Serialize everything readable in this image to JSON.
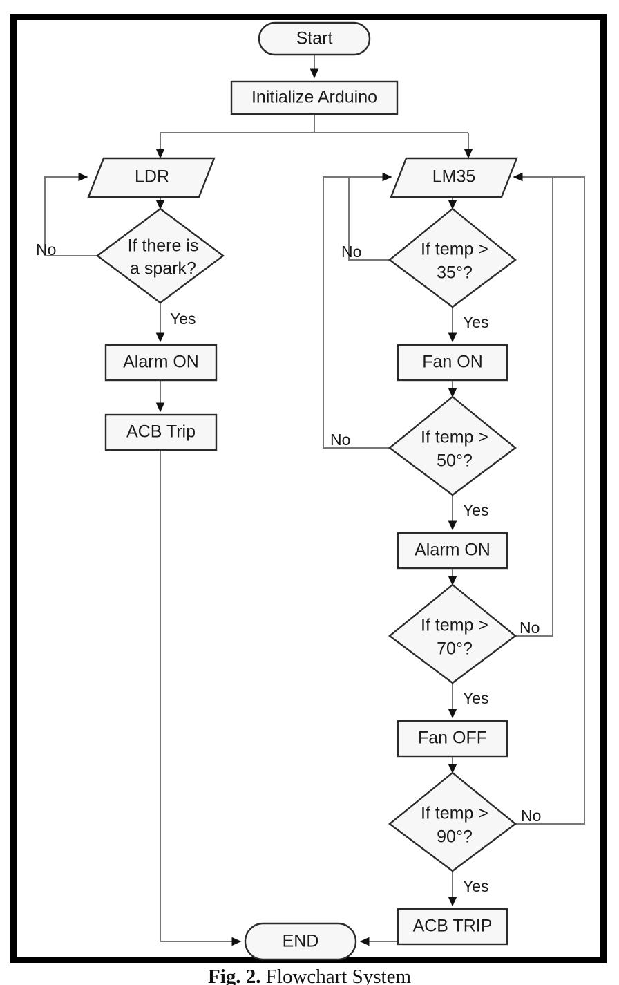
{
  "figure": {
    "caption_label": "Fig. 2.",
    "caption_text": "Flowchart System",
    "frame_color": "#000000",
    "shape_fill": "#f7f7f7",
    "shape_stroke": "#2b2b2b",
    "connector_color": "#777777"
  },
  "chart_data": {
    "type": "diagram",
    "title": "Flowchart System",
    "nodes": [
      {
        "id": "start",
        "label": "Start",
        "shape": "terminator",
        "branch": "root"
      },
      {
        "id": "init",
        "label": "Initialize Arduino",
        "shape": "process",
        "branch": "root"
      },
      {
        "id": "ldr",
        "label": "LDR",
        "shape": "input-output",
        "branch": "left"
      },
      {
        "id": "spark",
        "label": "If there is a spark?",
        "line1": "If there is",
        "line2": "a spark?",
        "shape": "decision",
        "branch": "left"
      },
      {
        "id": "alarm_left",
        "label": "Alarm ON",
        "shape": "process",
        "branch": "left"
      },
      {
        "id": "acb_left",
        "label": "ACB Trip",
        "shape": "process",
        "branch": "left"
      },
      {
        "id": "lm35",
        "label": "LM35",
        "shape": "input-output",
        "branch": "right"
      },
      {
        "id": "t35",
        "label": "If temp > 35°?",
        "line1": "If temp >",
        "line2": "35°?",
        "shape": "decision",
        "branch": "right"
      },
      {
        "id": "fan_on",
        "label": "Fan ON",
        "shape": "process",
        "branch": "right"
      },
      {
        "id": "t50",
        "label": "If temp > 50°?",
        "line1": "If temp >",
        "line2": "50°?",
        "shape": "decision",
        "branch": "right"
      },
      {
        "id": "alarm_right",
        "label": "Alarm ON",
        "shape": "process",
        "branch": "right"
      },
      {
        "id": "t70",
        "label": "If temp > 70°?",
        "line1": "If temp >",
        "line2": "70°?",
        "shape": "decision",
        "branch": "right"
      },
      {
        "id": "fan_off",
        "label": "Fan OFF",
        "shape": "process",
        "branch": "right"
      },
      {
        "id": "t90",
        "label": "If temp > 90°?",
        "line1": "If temp >",
        "line2": "90°?",
        "shape": "decision",
        "branch": "right"
      },
      {
        "id": "acb_right",
        "label": "ACB TRIP",
        "shape": "process",
        "branch": "right"
      },
      {
        "id": "end",
        "label": "END",
        "shape": "terminator",
        "branch": "root"
      }
    ],
    "edges": [
      {
        "from": "start",
        "to": "init",
        "label": ""
      },
      {
        "from": "init",
        "to": "ldr",
        "label": ""
      },
      {
        "from": "init",
        "to": "lm35",
        "label": ""
      },
      {
        "from": "ldr",
        "to": "spark",
        "label": ""
      },
      {
        "from": "spark",
        "to": "ldr",
        "label": "No"
      },
      {
        "from": "spark",
        "to": "alarm_left",
        "label": "Yes"
      },
      {
        "from": "alarm_left",
        "to": "acb_left",
        "label": ""
      },
      {
        "from": "acb_left",
        "to": "end",
        "label": ""
      },
      {
        "from": "lm35",
        "to": "t35",
        "label": ""
      },
      {
        "from": "t35",
        "to": "lm35",
        "label": "No"
      },
      {
        "from": "t35",
        "to": "fan_on",
        "label": "Yes"
      },
      {
        "from": "fan_on",
        "to": "t50",
        "label": ""
      },
      {
        "from": "t50",
        "to": "lm35",
        "label": "No"
      },
      {
        "from": "t50",
        "to": "alarm_right",
        "label": "Yes"
      },
      {
        "from": "alarm_right",
        "to": "t70",
        "label": ""
      },
      {
        "from": "t70",
        "to": "lm35",
        "label": "No"
      },
      {
        "from": "t70",
        "to": "fan_off",
        "label": "Yes"
      },
      {
        "from": "fan_off",
        "to": "t90",
        "label": ""
      },
      {
        "from": "t90",
        "to": "lm35",
        "label": "No"
      },
      {
        "from": "t90",
        "to": "acb_right",
        "label": "Yes"
      },
      {
        "from": "acb_right",
        "to": "end",
        "label": ""
      }
    ]
  },
  "labels": {
    "start": "Start",
    "init": "Initialize Arduino",
    "ldr": "LDR",
    "spark_l1": "If there is",
    "spark_l2": "a spark?",
    "alarm_left": "Alarm ON",
    "acb_left": "ACB Trip",
    "lm35": "LM35",
    "t35_l1": "If temp >",
    "t35_l2": "35°?",
    "fan_on": "Fan ON",
    "t50_l1": "If temp >",
    "t50_l2": "50°?",
    "alarm_right": "Alarm ON",
    "t70_l1": "If temp >",
    "t70_l2": "70°?",
    "fan_off": "Fan OFF",
    "t90_l1": "If temp >",
    "t90_l2": "90°?",
    "acb_right": "ACB TRIP",
    "end": "END",
    "no_spark": "No",
    "yes_spark": "Yes",
    "no_t35": "No",
    "yes_t35": "Yes",
    "no_t50": "No",
    "yes_t50": "Yes",
    "no_t70": "No",
    "yes_t70": "Yes",
    "no_t90": "No",
    "yes_t90": "Yes"
  }
}
